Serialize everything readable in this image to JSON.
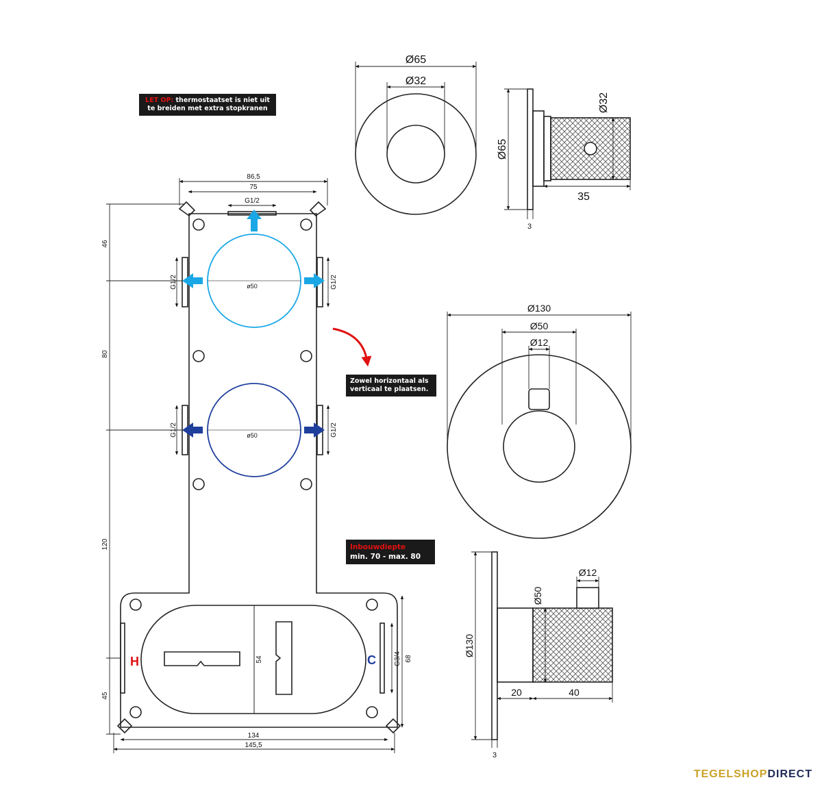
{
  "notes": {
    "warning_prefix": "LET OP:",
    "warning_line1": "thermostaatset is niet uit",
    "warning_line2": "te breiden met extra stopkranen",
    "orientation_line1": "Zowel horizontaal als",
    "orientation_line2": "verticaal te plaatsen.",
    "depth_title": "Inbouwdiepte",
    "depth_value": "min. 70 - max. 80"
  },
  "body_box": {
    "width_outer": "86,5",
    "width_inner": "75",
    "top_outlet": "G1/2",
    "side_outlet": "G1/2",
    "circle_diameter": "ø50",
    "vertical_dims": [
      "46",
      "80",
      "120",
      "45"
    ],
    "base_height": "54",
    "base_side": "68",
    "inlet": "G3/4",
    "hot_label": "H",
    "cold_label": "C",
    "base_width_inner": "134",
    "base_width_outer": "145,5"
  },
  "stopvalve_front": {
    "outer": "Ø65",
    "inner": "Ø32"
  },
  "stopvalve_side": {
    "knob_diameter": "Ø32",
    "rosette": "Ø65",
    "length": "35",
    "plate": "3"
  },
  "thermostat_front": {
    "outer": "Ø130",
    "inner": "Ø50",
    "lever": "Ø12"
  },
  "thermostat_side": {
    "lever": "Ø12",
    "knob": "Ø50",
    "rosette": "Ø130",
    "part1": "20",
    "part2": "40",
    "plate": "3"
  },
  "colors": {
    "light_blue": "#1aa7e6",
    "dark_blue": "#1f3f9c",
    "red": "#e01010",
    "hot": "#e01010",
    "cold": "#1f3f9c"
  },
  "brand": {
    "part1": "TEGELSHOP",
    "part2": "DIRECT"
  }
}
